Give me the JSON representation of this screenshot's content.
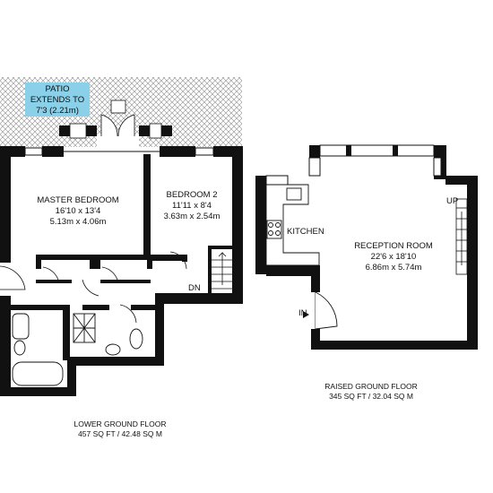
{
  "patio": {
    "line1": "PATIO",
    "line2": "EXTENDS TO",
    "line3": "7'3 (2.21m)"
  },
  "master_bedroom": {
    "name": "MASTER BEDROOM",
    "imperial": "16'10 x 13'4",
    "metric": "5.13m x 4.06m"
  },
  "bedroom2": {
    "name": "BEDROOM 2",
    "imperial": "11'11 x 8'4",
    "metric": "3.63m x 2.54m"
  },
  "lower_stairs": {
    "label": "DN"
  },
  "kitchen": {
    "name": "KITCHEN"
  },
  "reception": {
    "name": "RECEPTION ROOM",
    "imperial": "22'6 x 18'10",
    "metric": "6.86m x 5.74m"
  },
  "upper_stairs": {
    "label": "UP"
  },
  "entrance": {
    "label": "IN"
  },
  "lower_floor": {
    "name": "LOWER GROUND FLOOR",
    "area": "457 SQ FT / 42.48 SQ M"
  },
  "raised_floor": {
    "name": "RAISED GROUND FLOOR",
    "area": "345 SQ FT / 32.04 SQ M"
  },
  "colors": {
    "wall": "#111111",
    "patio_label_bg": "#8ad0e8",
    "hatch": "#8c8c8c"
  }
}
